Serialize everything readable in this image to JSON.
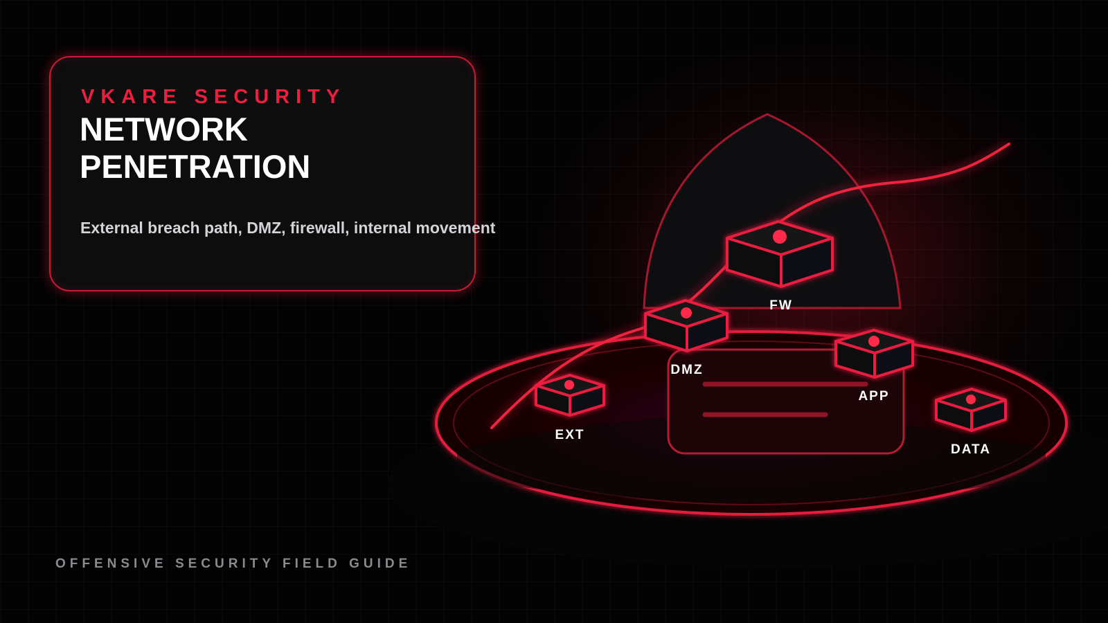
{
  "brand": "VKARE SECURITY",
  "headline": "NETWORK PENETRATION",
  "subtitle": "External breach path, DMZ, firewall, internal movement",
  "footer": "OFFENSIVE SECURITY FIELD GUIDE",
  "nodes": {
    "fw": "FW",
    "dmz": "DMZ",
    "ext": "EXT",
    "app": "APP",
    "data": "DATA"
  },
  "colors": {
    "accent": "#ec1f3f",
    "background": "#030303",
    "panel": "#0d0d0e"
  }
}
